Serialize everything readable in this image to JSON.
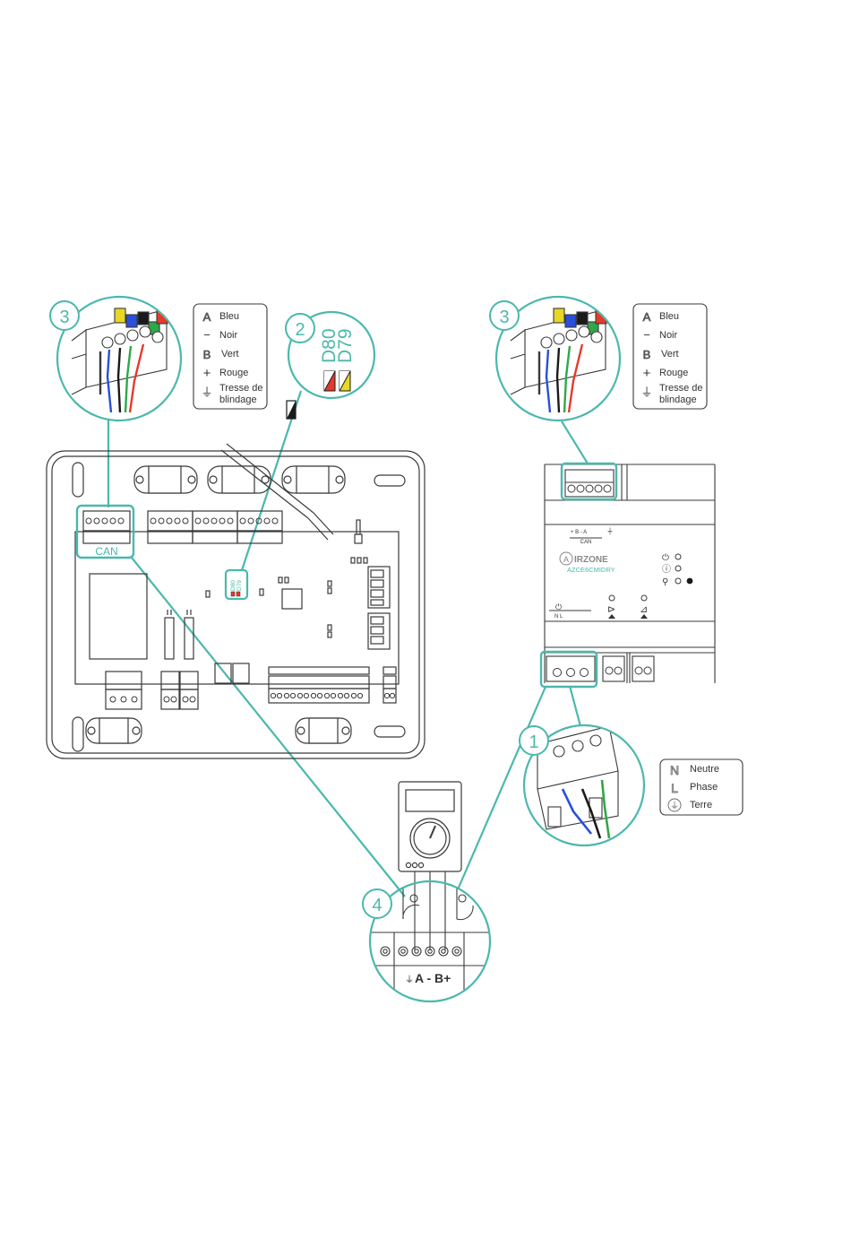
{
  "colors": {
    "teal": "#4bb8ad",
    "line": "#3a3a3a",
    "wire_blue": "#2a4fd8",
    "wire_green": "#2ea84a",
    "wire_red": "#e53a2a",
    "wire_yellow": "#e6d823",
    "wire_black": "#1a1a1a"
  },
  "callouts": {
    "step1": "1",
    "step2": "2",
    "step3_left": "3",
    "step3_right": "3",
    "step4": "4"
  },
  "leds": {
    "d80": "D80",
    "d79": "D79",
    "board_label": "D80 D79"
  },
  "board": {
    "can_label": "CAN"
  },
  "wiring_legend": {
    "items": [
      {
        "icon": "a-letter-icon",
        "glyph": "A",
        "label": "Bleu"
      },
      {
        "icon": "minus-icon",
        "glyph": "−",
        "label": "Noir"
      },
      {
        "icon": "b-letter-icon",
        "glyph": "B",
        "label": "Vert"
      },
      {
        "icon": "plus-icon",
        "glyph": "+",
        "label": "Rouge"
      },
      {
        "icon": "ground-icon",
        "glyph": "⏚",
        "label": "Tresse de",
        "label2": "blindage"
      }
    ]
  },
  "power_legend": {
    "items": [
      {
        "icon": "n-letter-icon",
        "glyph": "N",
        "label": "Neutre"
      },
      {
        "icon": "l-letter-icon",
        "glyph": "L",
        "label": "Phase"
      },
      {
        "icon": "earth-icon",
        "glyph": "⏚",
        "label": "Terre"
      }
    ]
  },
  "module": {
    "terminal_labels": "+ B - A",
    "can": "CAN",
    "brand": "IRZONE",
    "brand_a": "A",
    "model": "AZCE6CMIDRY",
    "power_labels": "N  L"
  },
  "terminal4": {
    "label": "A - B+"
  }
}
